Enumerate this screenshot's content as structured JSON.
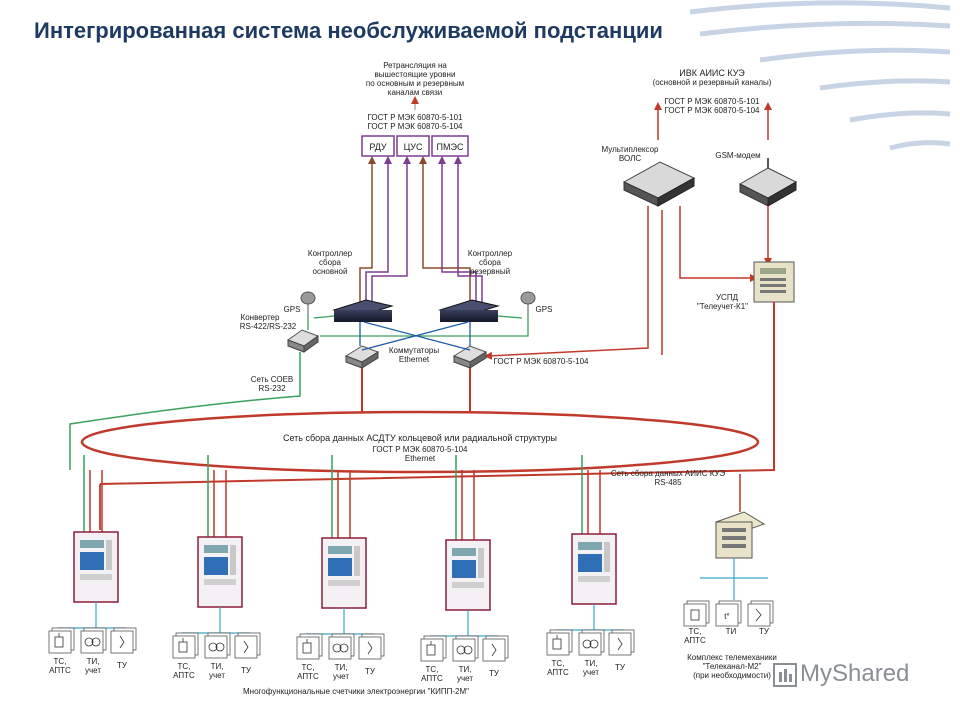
{
  "title": "Интегрированная система необслуживаемой подстанции",
  "top_note": [
    "Ретрансляция на",
    "вышестоящие уровни",
    "по основным и резервным",
    "каналам связи"
  ],
  "top_gost": [
    "ГОСТ Р МЭК 60870-5-101",
    "ГОСТ Р МЭК 60870-5-104"
  ],
  "top_boxes": [
    "РДУ",
    "ЦУС",
    "ПМЭС"
  ],
  "ivk_note": [
    "ИВК АИИС КУЭ",
    "(основной и резервный каналы)"
  ],
  "ivk_gost": [
    "ГОСТ Р МЭК 60870-5-101",
    "ГОСТ Р МЭК 60870-5-104"
  ],
  "mux_label": [
    "Мультиплексор",
    "ВОЛС"
  ],
  "gsm_label": "GSM-модем",
  "ctrl_main_label": [
    "Контроллер",
    "сбора",
    "основной"
  ],
  "ctrl_reserve_label": [
    "Контроллер",
    "сбора",
    "резервный"
  ],
  "gps_label": "GPS",
  "converter_label": [
    "Конвертер",
    "RS-422/RS-232"
  ],
  "switches_label": [
    "Коммутаторы",
    "Ethernet"
  ],
  "gost_104": "ГОСТ Р МЭК 60870-5-104",
  "soev_label": [
    "Сеть СОЕВ",
    "RS-232"
  ],
  "uspd_label": [
    "УСПД",
    "\"Телеучет-К1\""
  ],
  "ring_label": [
    "Сеть сбора данных АСДТУ кольцевой или радиальной структуры",
    "ГОСТ Р МЭК 60870-5-104",
    "Ethernet"
  ],
  "aiis_label": [
    "Сеть сбора данных АИИС КУЭ",
    "RS-485"
  ],
  "meter_labels": {
    "ts": [
      "ТС,",
      "АПТС"
    ],
    "ti": [
      "ТИ,",
      "учет"
    ],
    "tu": "ТУ"
  },
  "teleset_labels": {
    "ts": [
      "ТС,",
      "АПТС"
    ],
    "ti": "ТИ",
    "tu": "ТУ",
    "ti_glyph": "t°"
  },
  "meters_caption": "Многофункциональные счетчики электроэнергии \"КИПП-2М\"",
  "teleset_caption": [
    "Комплекс телемеханики",
    "\"Телеканал-М2\"",
    "(при необходимости)"
  ],
  "watermark": "MyShared",
  "colors": {
    "title": "#1f3a62",
    "red": "#c0392b",
    "green": "#3aa05a",
    "purple": "#7a3d8f",
    "brown": "#8a4b2a",
    "gray_line": "#888888"
  }
}
